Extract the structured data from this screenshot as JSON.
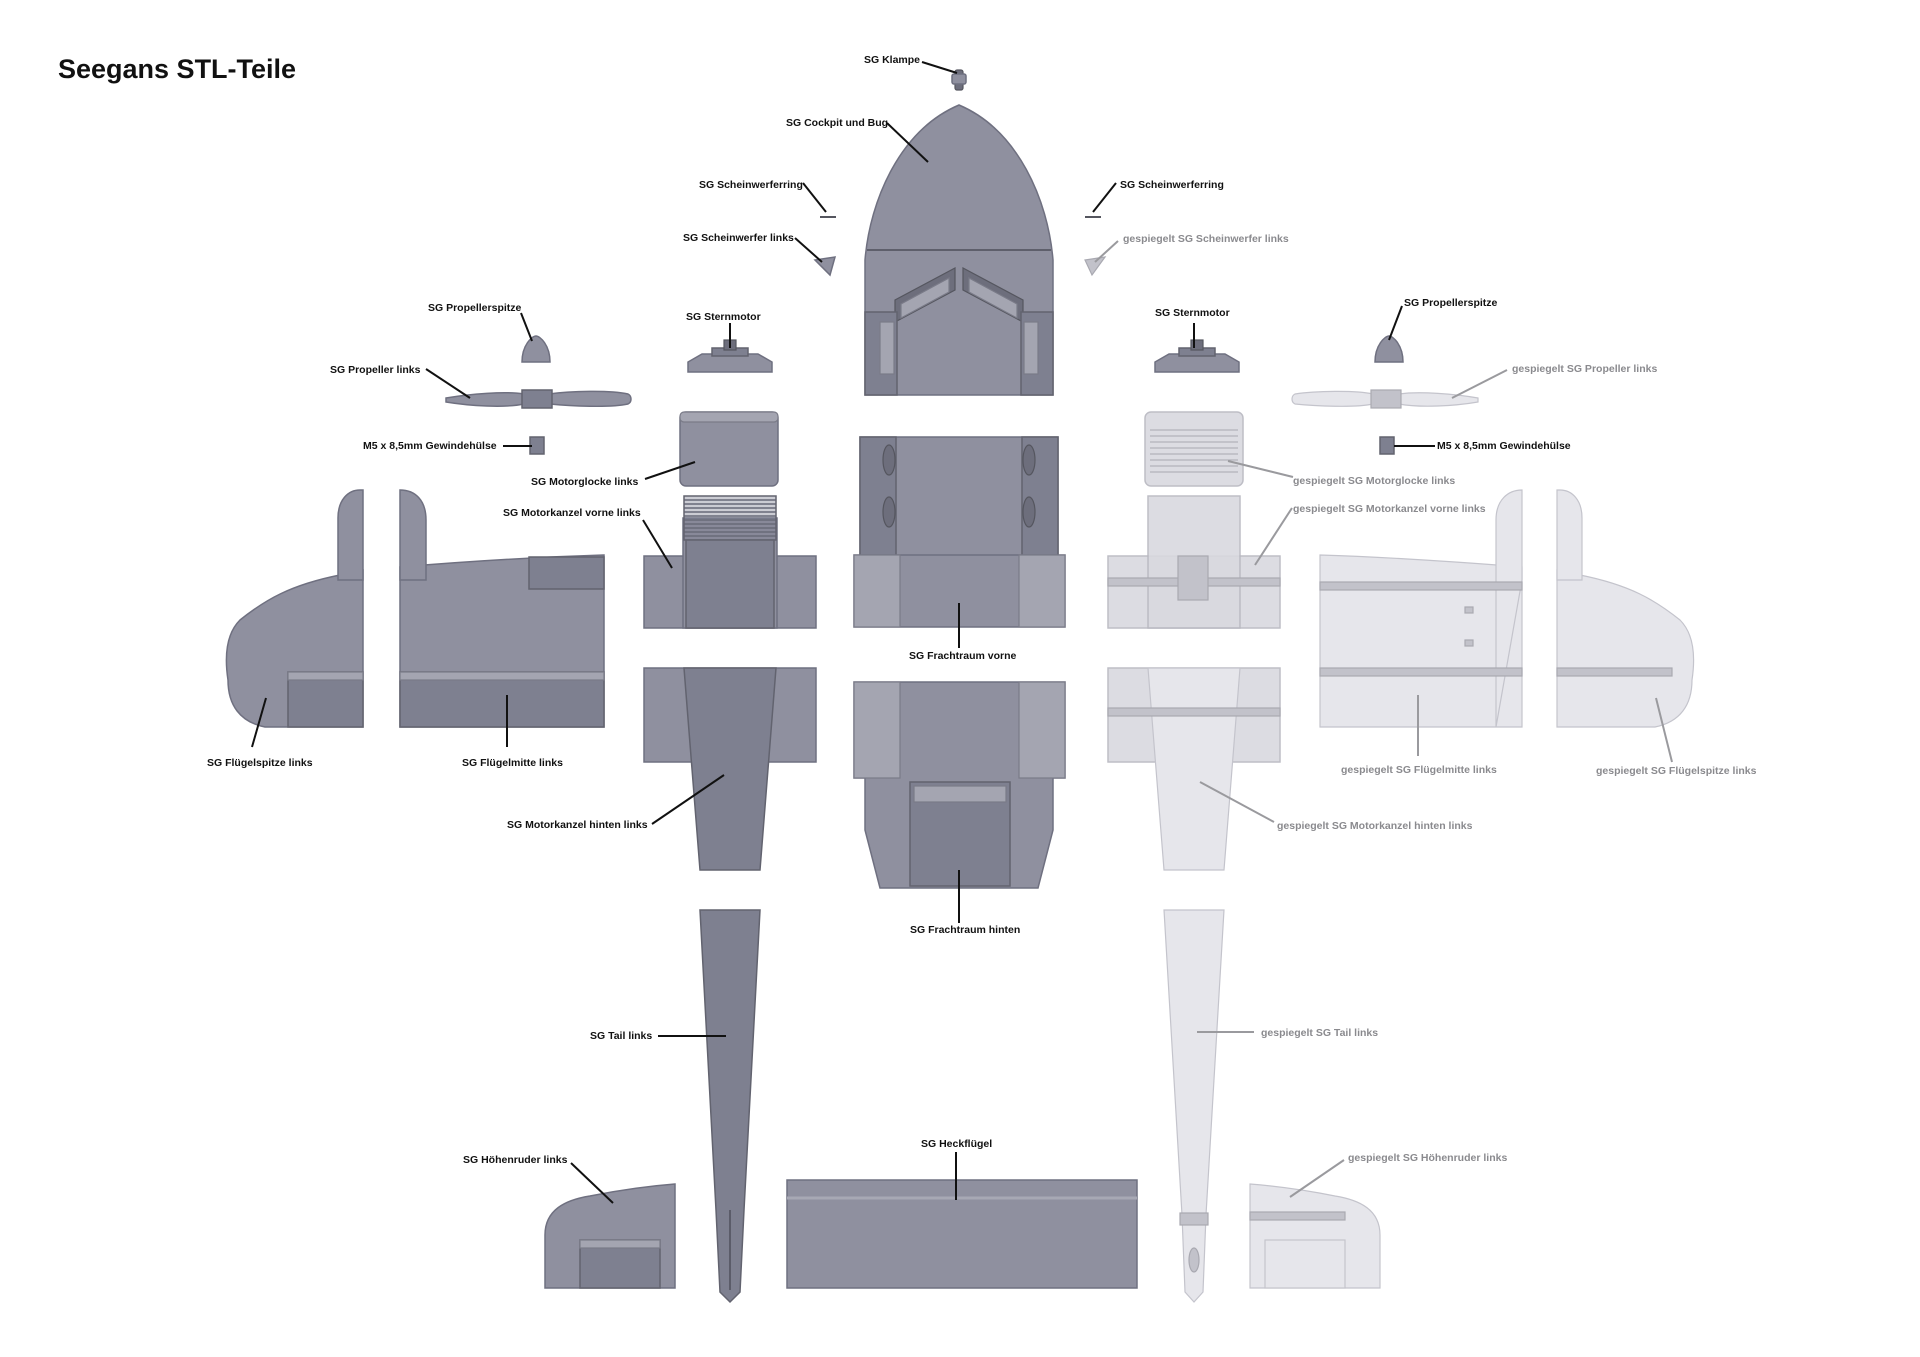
{
  "title": "Seegans STL-Teile",
  "labels": {
    "klampe": "SG Klampe",
    "cockpit_bug": "SG Cockpit und Bug",
    "scheinwerferring_l": "SG Scheinwerferring",
    "scheinwerferring_r": "SG Scheinwerferring",
    "scheinwerfer_links": "SG Scheinwerfer links",
    "scheinwerfer_mirror": "gespiegelt SG Scheinwerfer links",
    "propellerspitze_l": "SG Propellerspitze",
    "propellerspitze_r": "SG Propellerspitze",
    "sternmotor_l": "SG Sternmotor",
    "sternmotor_r": "SG Sternmotor",
    "propeller_links": "SG Propeller links",
    "propeller_mirror": "gespiegelt SG Propeller links",
    "gewindehuelse_l": "M5 x 8,5mm Gewindehülse",
    "gewindehuelse_r": "M5 x 8,5mm Gewindehülse",
    "motorglocke_links": "SG Motorglocke links",
    "motorglocke_mirror": "gespiegelt SG Motorglocke links",
    "motorkanzel_vorne_links": "SG Motorkanzel vorne links",
    "motorkanzel_vorne_mirror": "gespiegelt SG Motorkanzel vorne links",
    "frachtraum_vorne": "SG Frachtraum vorne",
    "fluegelspitze_links": "SG Flügelspitze links",
    "fluegelmitte_links": "SG Flügelmitte links",
    "fluegelmitte_mirror": "gespiegelt SG Flügelmitte links",
    "fluegelspitze_mirror": "gespiegelt SG Flügelspitze links",
    "motorkanzel_hinten_links": "SG Motorkanzel hinten links",
    "motorkanzel_hinten_mirror": "gespiegelt SG Motorkanzel hinten links",
    "frachtraum_hinten": "SG Frachtraum hinten",
    "tail_links": "SG Tail links",
    "tail_mirror": "gespiegelt SG Tail links",
    "heckfluegel": "SG Heckflügel",
    "hoehenruder_links": "SG Höhenruder links",
    "hoehenruder_mirror": "gespiegelt SG Höhenruder links"
  }
}
